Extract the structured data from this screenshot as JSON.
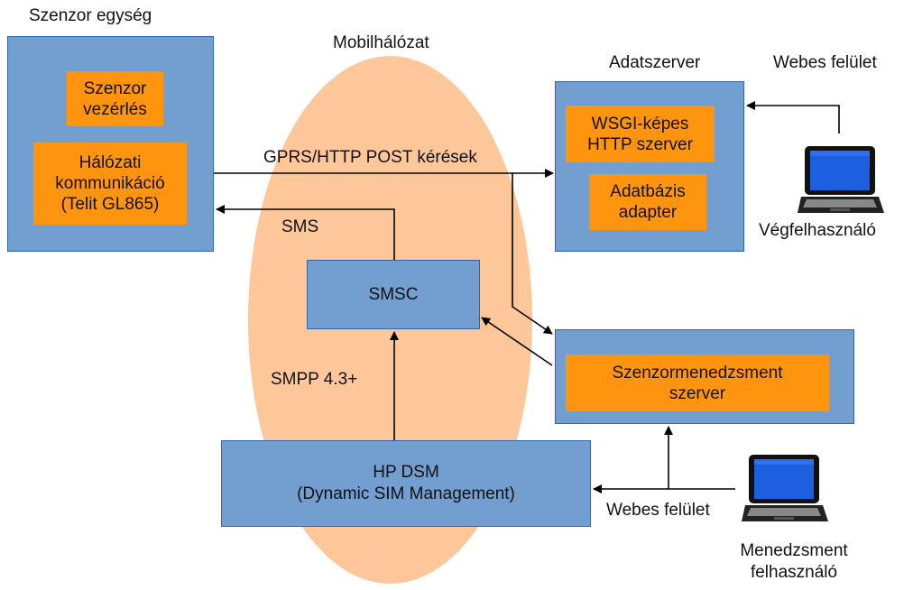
{
  "labels": {
    "sensor_unit_title": "Szenzor egység",
    "mobile_network_title": "Mobilhálózat",
    "data_server_title": "Adatszerver",
    "web_ui_top": "Webes felület",
    "web_ui_bottom": "Webes felület",
    "gprs_label": "GPRS/HTTP POST kérések",
    "sms_label": "SMS",
    "smpp_label": "SMPP 4.3+",
    "end_user": "Végfelhasználó",
    "manager_user_line1": "Menedzsment",
    "manager_user_line2": "felhasználó"
  },
  "sensor_unit": {
    "control_line1": "Szenzor",
    "control_line2": "vezérlés",
    "network_line1": "Hálózati",
    "network_line2": "kommunikáció",
    "network_line3": "(Telit GL865)"
  },
  "data_server": {
    "wsgi_line1": "WSGI-képes",
    "wsgi_line2": "HTTP szerver",
    "db_line1": "Adatbázis",
    "db_line2": "adapter"
  },
  "smsc": {
    "label": "SMSC"
  },
  "sensor_mgmt": {
    "line1": "Szenzormenedzsment",
    "line2": "szerver"
  },
  "hp_dsm": {
    "line1": "HP DSM",
    "line2": "(Dynamic SIM Management)"
  },
  "colors": {
    "blue_fill": "#729fcf",
    "blue_border": "#3465a4",
    "orange_fill": "#ff950e",
    "ellipse_fill": "#fdc79a"
  }
}
